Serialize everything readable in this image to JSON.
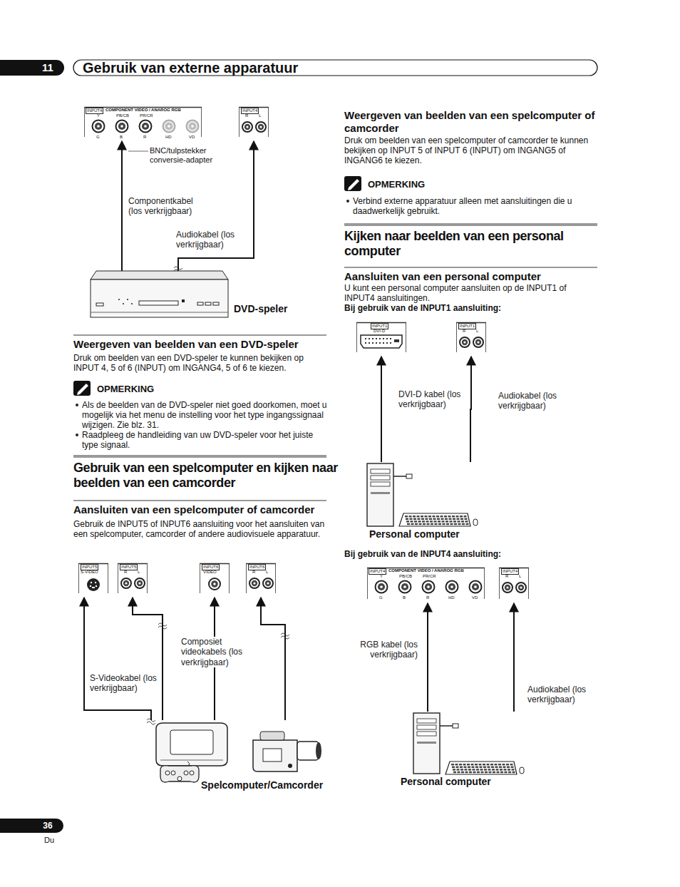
{
  "diagram": {
    "title": "Gebruik van externe apparatuur",
    "nodes": [
      {
        "text": [
          "INPUT4",
          "COMPONENT VIDEO / ANAROG RGB",
          "Y",
          "PB/CB",
          "PR/CR",
          "G",
          "B",
          "R",
          "HD",
          "VD"
        ]
      },
      {
        "text": [
          "INPUT4",
          "R",
          "L"
        ]
      },
      {
        "text": [
          "DVD-speler"
        ]
      },
      {
        "text": [
          "INPUT5",
          "S-VIDEO"
        ]
      },
      {
        "text": [
          "INPUT5",
          "R",
          "L"
        ]
      },
      {
        "text": [
          "INPUT6",
          "VIDEO"
        ]
      },
      {
        "text": [
          "INPUT6",
          "R",
          "L"
        ]
      },
      {
        "text": [
          "Spelcomputer/Camcorder"
        ]
      },
      {
        "text": [
          "INPUT1",
          "DVI-D"
        ]
      },
      {
        "text": [
          "INPUT1",
          "R",
          "L"
        ]
      },
      {
        "text": [
          "Personal computer"
        ]
      },
      {
        "text": [
          "INPUT4",
          "COMPONENT VIDEO / ANAROG RGB",
          "Y",
          "PB/CB",
          "PR/CR",
          "G",
          "B",
          "R",
          "HD",
          "VD"
        ]
      },
      {
        "text": [
          "INPUT4",
          "R",
          "L"
        ]
      },
      {
        "text": [
          "Personal computer"
        ]
      }
    ],
    "edges": [
      {
        "from": 2,
        "to": 0,
        "arrow": "to",
        "label": "Componentkabel (los verkrijgbaar)"
      },
      {
        "from": 2,
        "to": 1,
        "arrow": "to",
        "label": "Audiokabel (los verkrijgbaar)"
      },
      {
        "from": 7,
        "to": 3,
        "arrow": "to",
        "label": "S-Videokabel (los verkrijgbaar)"
      },
      {
        "from": 7,
        "to": 4,
        "arrow": "to",
        "label": "Composiet videokabels (los verkrijgbaar)"
      },
      {
        "from": 7,
        "to": 5,
        "arrow": "to"
      },
      {
        "from": 7,
        "to": 6,
        "arrow": "to"
      },
      {
        "from": 10,
        "to": 8,
        "arrow": "to",
        "label": "DVI-D kabel (los verkrijgbaar)"
      },
      {
        "from": 10,
        "to": 9,
        "arrow": "to",
        "label": "Audiokabel (los verkrijgbaar)"
      },
      {
        "from": 13,
        "to": 11,
        "arrow": "to",
        "label": "RGB kabel (los verkrijgbaar)"
      },
      {
        "from": 13,
        "to": 12,
        "arrow": "to",
        "label": "Audiokabel (los verkrijgbaar)"
      }
    ],
    "labels": [
      "11",
      "BNC/tulpstekker conversie-adapter",
      "Weergeven van beelden van een DVD-speler",
      "Druk om beelden van een DVD-speler te kunnen bekijken op INPUT 4, 5 of 6 (INPUT) om INGANG4, 5 of 6 te kiezen.",
      "OPMERKING",
      "Als de beelden van de DVD-speler niet goed doorkomen, moet u mogelijk via het menu de instelling voor het type ingangssignaal wijzigen. Zie blz. 31.",
      "Raadpleeg de handleiding van uw DVD-speler voor het juiste type signaal.",
      "Gebruik van een spelcomputer en kijken naar beelden van een camcorder",
      "Aansluiten van een spelcomputer of camcorder",
      "Gebruik de INPUT5 of INPUT6 aansluiting voor het aansluiten van een spelcomputer, camcorder of andere audiovisuele apparatuur.",
      "Weergeven van beelden van een spelcomputer of camcorder",
      "Druk om beelden van een spelcomputer of camcorder te kunnen bekijken op INPUT 5 of INPUT 6 (INPUT) om INGANG5 of INGANG6 te kiezen.",
      "OPMERKING",
      "Verbind externe apparatuur alleen met aansluitingen die u daadwerkelijk gebruikt.",
      "Kijken naar beelden van een personal computer",
      "Aansluiten van een personal computer",
      "U kunt een personal computer aansluiten op de INPUT1 of INPUT4 aansluitingen.",
      "Bij gebruik van de INPUT1 aansluiting:",
      "Bij gebruik van de INPUT4 aansluiting:",
      "36",
      "Du"
    ]
  }
}
